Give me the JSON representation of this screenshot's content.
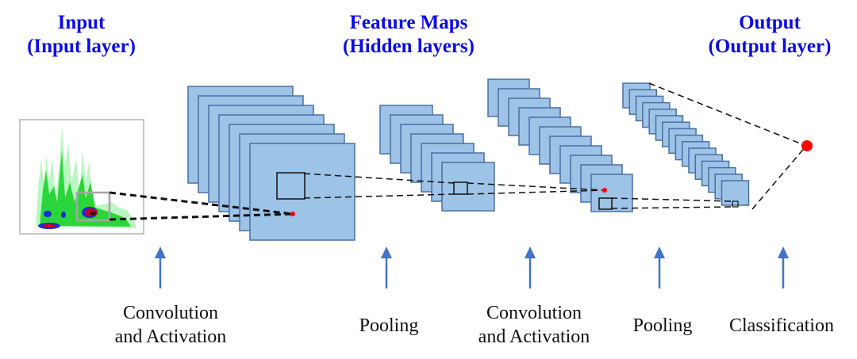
{
  "titles": {
    "input": {
      "line1": "Input",
      "line2": "(Input layer)"
    },
    "feature_maps": {
      "line1": "Feature Maps",
      "line2": "(Hidden layers)"
    },
    "output": {
      "line1": "Output",
      "line2": "(Output layer)"
    }
  },
  "stages": [
    {
      "line1": "Convolution",
      "line2": "and Activation"
    },
    {
      "line1": "Pooling",
      "line2": ""
    },
    {
      "line1": "Convolution",
      "line2": "and Activation"
    },
    {
      "line1": "Pooling",
      "line2": ""
    },
    {
      "line1": "Classification",
      "line2": ""
    }
  ],
  "layers": [
    {
      "name": "convolution-1",
      "maps": 7
    },
    {
      "name": "pooling-1",
      "maps": 7
    },
    {
      "name": "convolution-2",
      "maps": 11
    },
    {
      "name": "pooling-2",
      "maps": 16
    }
  ],
  "colors": {
    "title": "#0a0ae6",
    "map_fill": "#9dc3e6",
    "map_stroke": "#4a6fa5",
    "arrow": "#4472c4",
    "neuron": "#ff0000",
    "frame": "#b4b4b4"
  },
  "icons": {
    "arrow": "arrow-up-icon",
    "neuron": "output-neuron-icon"
  }
}
